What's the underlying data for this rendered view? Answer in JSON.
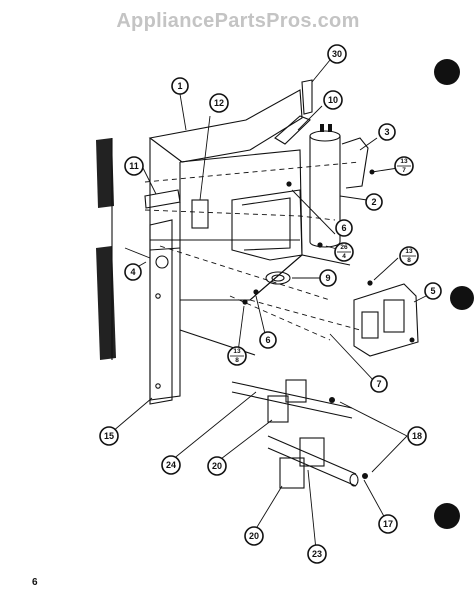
{
  "watermark": "AppliancePartsPros.com",
  "page_number": "6",
  "callouts": [
    {
      "id": "c1",
      "label": "1"
    },
    {
      "id": "c30",
      "label": "30"
    },
    {
      "id": "c10",
      "label": "10"
    },
    {
      "id": "c12",
      "label": "12"
    },
    {
      "id": "c3",
      "label": "3"
    },
    {
      "id": "c11",
      "label": "11"
    },
    {
      "id": "c2",
      "label": "2"
    },
    {
      "id": "c6a",
      "label": "6"
    },
    {
      "id": "c4",
      "label": "4"
    },
    {
      "id": "c9",
      "label": "9"
    },
    {
      "id": "c5",
      "label": "5"
    },
    {
      "id": "c6b",
      "label": "6"
    },
    {
      "id": "c7",
      "label": "7"
    },
    {
      "id": "c15",
      "label": "15"
    },
    {
      "id": "c24",
      "label": "24"
    },
    {
      "id": "c20a",
      "label": "20"
    },
    {
      "id": "c18",
      "label": "18"
    },
    {
      "id": "c17",
      "label": "17"
    },
    {
      "id": "c20b",
      "label": "20"
    },
    {
      "id": "c23",
      "label": "23"
    }
  ],
  "fraction_callouts": [
    {
      "id": "f13_7",
      "top": "13",
      "bottom": "7"
    },
    {
      "id": "f26_4",
      "top": "26",
      "bottom": "4"
    },
    {
      "id": "f13_8a",
      "top": "13",
      "bottom": "8"
    },
    {
      "id": "f13_8b",
      "top": "13",
      "bottom": "8"
    }
  ]
}
